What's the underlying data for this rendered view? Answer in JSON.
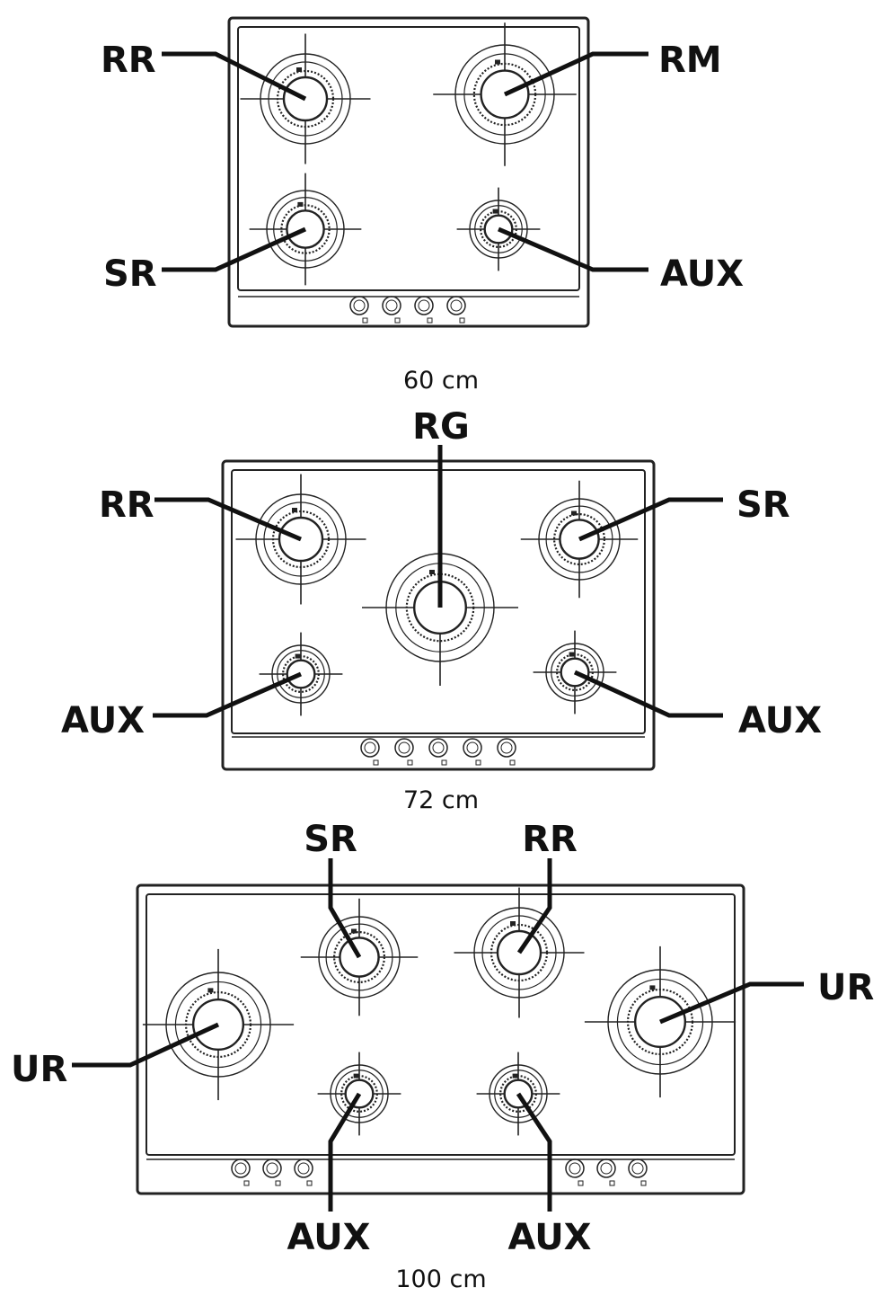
{
  "colors": {
    "ink": "#111111",
    "line": "#222222",
    "background": "#ffffff"
  },
  "hobs": [
    {
      "id": "hob-60",
      "size_label": "60 cm",
      "knob_count": 4,
      "burners": [
        {
          "name": "RR",
          "ring": "large"
        },
        {
          "name": "RM",
          "ring": "large"
        },
        {
          "name": "SR",
          "ring": "medium"
        },
        {
          "name": "AUX",
          "ring": "small"
        }
      ]
    },
    {
      "id": "hob-72",
      "size_label": "72 cm",
      "knob_count": 5,
      "burners": [
        {
          "name": "RR",
          "ring": "large"
        },
        {
          "name": "RG",
          "ring": "xlarge"
        },
        {
          "name": "SR",
          "ring": "medium"
        },
        {
          "name": "AUX",
          "ring": "small"
        },
        {
          "name": "AUX",
          "ring": "small"
        }
      ]
    },
    {
      "id": "hob-100",
      "size_label": "100 cm",
      "knob_count": 6,
      "burners": [
        {
          "name": "SR",
          "ring": "medium"
        },
        {
          "name": "RR",
          "ring": "large"
        },
        {
          "name": "UR",
          "ring": "xlarge"
        },
        {
          "name": "UR",
          "ring": "xlarge"
        },
        {
          "name": "AUX",
          "ring": "small"
        },
        {
          "name": "AUX",
          "ring": "small"
        }
      ]
    }
  ]
}
